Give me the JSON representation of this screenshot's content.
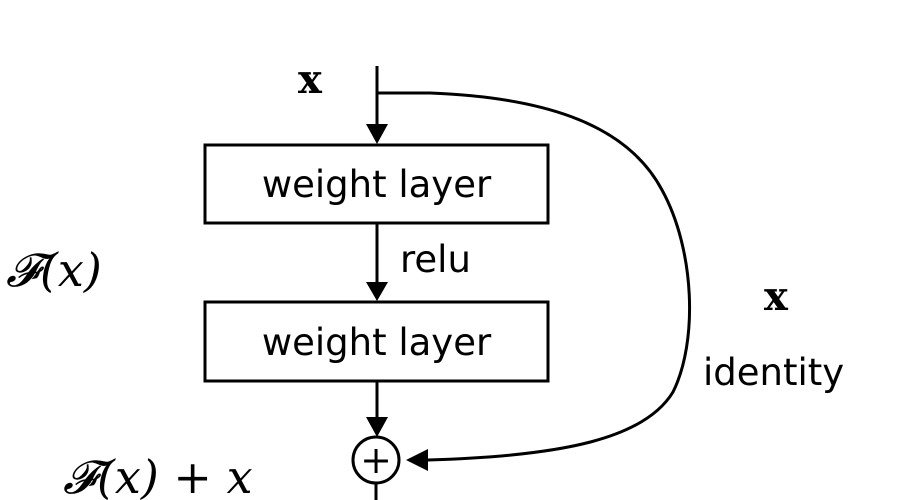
{
  "diagram": {
    "input_label": "x",
    "layer1_label": "weight layer",
    "activation_label": "relu",
    "layer2_label": "weight layer",
    "residual_label": "𝓕(x)",
    "output_label": "𝓕(x) + x",
    "shortcut_label": "x",
    "shortcut_name": "identity",
    "add_symbol": "+"
  }
}
